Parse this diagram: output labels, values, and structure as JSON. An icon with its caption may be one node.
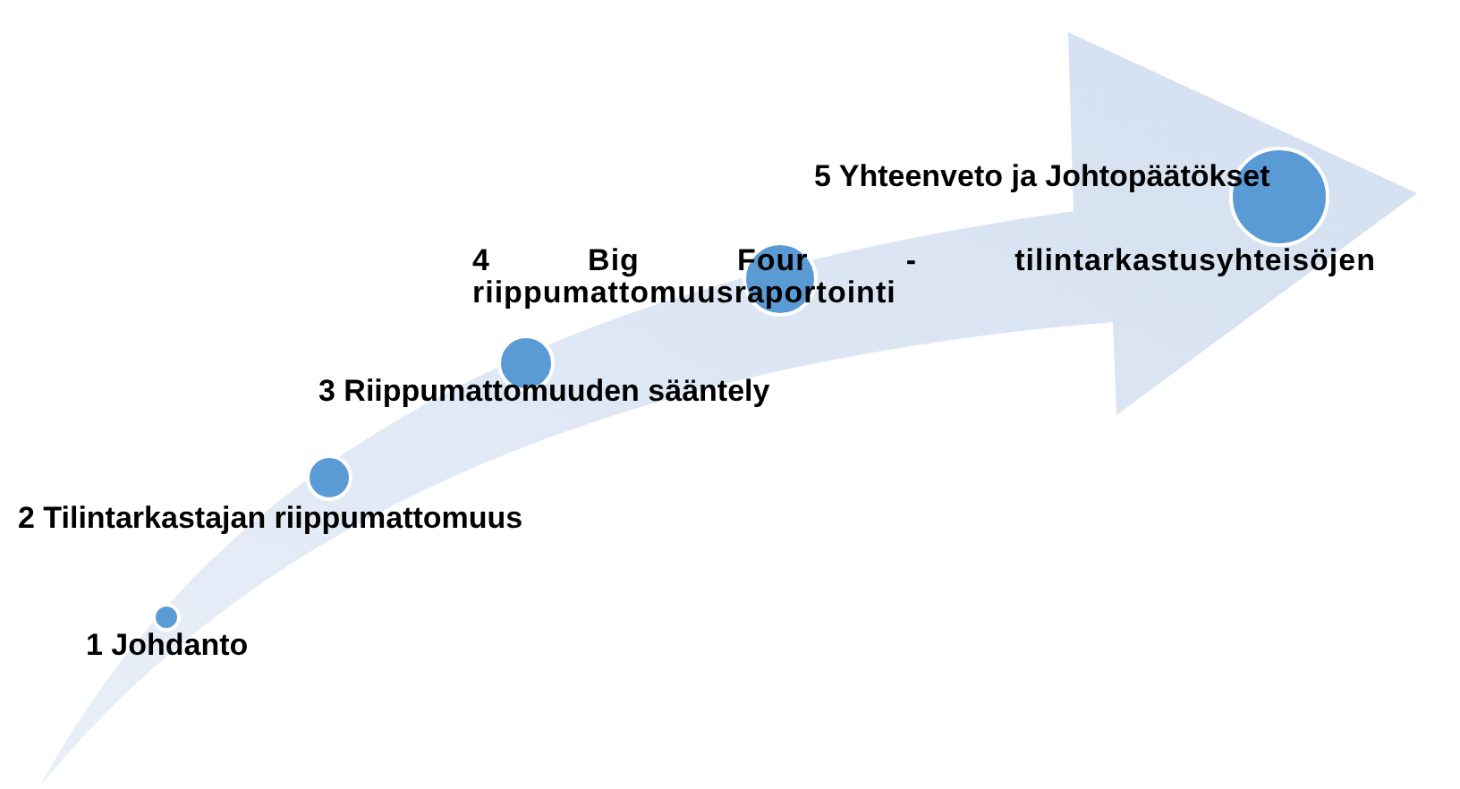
{
  "diagram": {
    "nodes": [
      {
        "text": [
          "1 Johdanto"
        ]
      },
      {
        "text": [
          "2 Tilintarkastajan riippumattomuus"
        ]
      },
      {
        "text": [
          "3 Riippumattomuuden sääntely"
        ]
      },
      {
        "text": [
          "4 Big Four - tilintarkastusyhteisöjen riippumattomuusraportointi"
        ]
      },
      {
        "text": [
          "5 Yhteenveto ja Johtopäätökset"
        ]
      }
    ]
  }
}
